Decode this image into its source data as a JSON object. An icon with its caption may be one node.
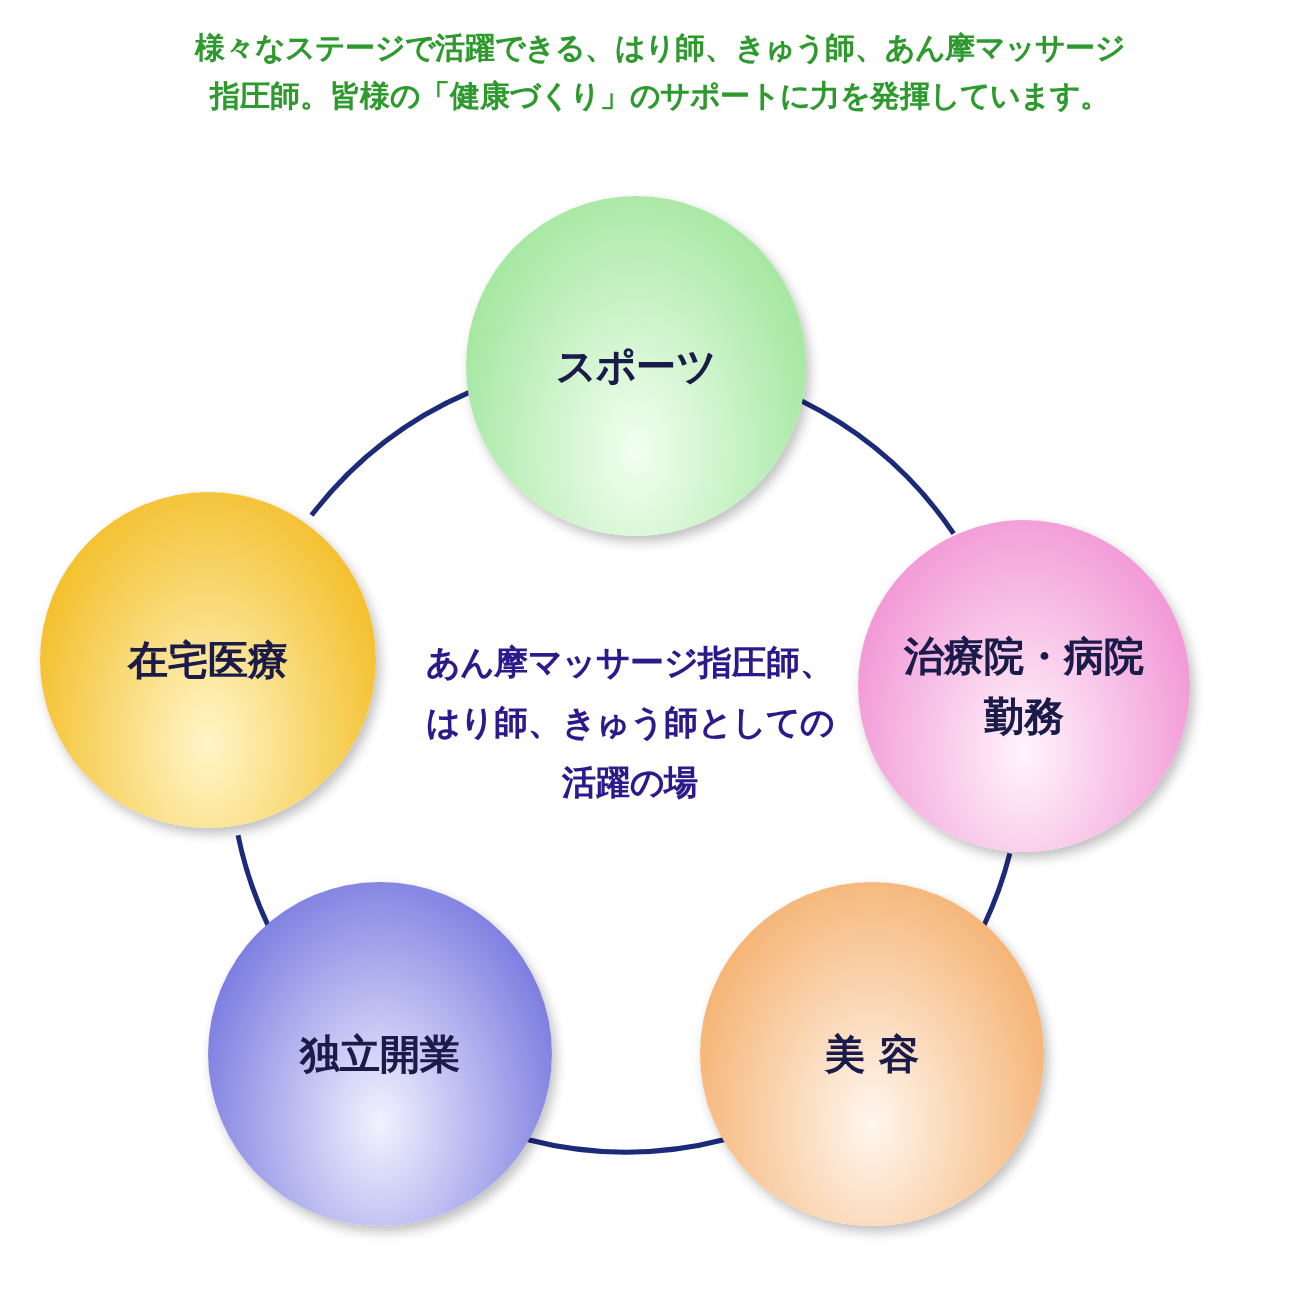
{
  "diagram": {
    "title": "様々なステージで活躍できる、はり師、きゅう師、あん摩マッサージ指圧師。皆様の「健康づくり」のサポートに力を発揮しています。",
    "nodes": [
      {
        "text": [
          "スポーツ"
        ]
      },
      {
        "text": [
          "在宅医療"
        ]
      },
      {
        "text": [
          "治療院・病院勤務"
        ]
      },
      {
        "text": [
          "独立開業"
        ]
      },
      {
        "text": [
          "美 容"
        ]
      }
    ],
    "edges": [
      {
        "from": 0,
        "to": 2,
        "arrow": "none"
      },
      {
        "from": 2,
        "to": 4,
        "arrow": "none"
      },
      {
        "from": 4,
        "to": 3,
        "arrow": "none"
      },
      {
        "from": 3,
        "to": 1,
        "arrow": "none"
      },
      {
        "from": 1,
        "to": 0,
        "arrow": "none"
      }
    ],
    "labels": [
      "あん摩マッサージ指圧師、はり師、きゅう師としての活躍の場"
    ]
  }
}
